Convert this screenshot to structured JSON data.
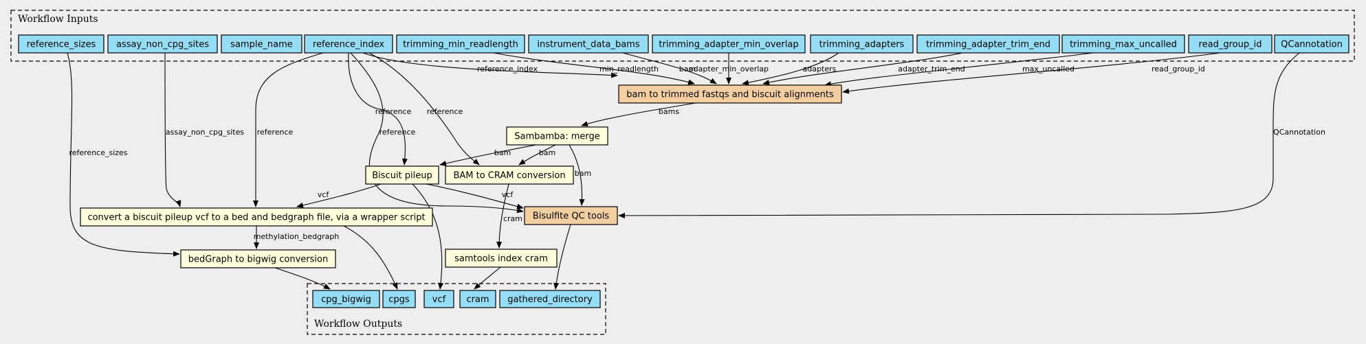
{
  "colors": {
    "background": "#eeeeee",
    "io_node": "#94ddf4",
    "step_node": "#ffffdc",
    "subworkflow_node": "#f3cea1"
  },
  "clusters": {
    "inputs_title": "Workflow Inputs",
    "outputs_title": "Workflow Outputs"
  },
  "inputs": [
    {
      "id": "in_reference_sizes",
      "label": "reference_sizes"
    },
    {
      "id": "in_assay_non_cpg_sites",
      "label": "assay_non_cpg_sites"
    },
    {
      "id": "in_sample_name",
      "label": "sample_name"
    },
    {
      "id": "in_reference_index",
      "label": "reference_index"
    },
    {
      "id": "in_trimming_min_readlength",
      "label": "trimming_min_readlength"
    },
    {
      "id": "in_instrument_data_bams",
      "label": "instrument_data_bams"
    },
    {
      "id": "in_trimming_adapter_min_overlap",
      "label": "trimming_adapter_min_overlap"
    },
    {
      "id": "in_trimming_adapters",
      "label": "trimming_adapters"
    },
    {
      "id": "in_trimming_adapter_trim_end",
      "label": "trimming_adapter_trim_end"
    },
    {
      "id": "in_trimming_max_uncalled",
      "label": "trimming_max_uncalled"
    },
    {
      "id": "in_read_group_id",
      "label": "read_group_id"
    },
    {
      "id": "in_QCannotation",
      "label": "QCannotation"
    }
  ],
  "steps": [
    {
      "id": "step_bam_to_trimmed",
      "label": "bam to trimmed fastqs and biscuit alignments",
      "kind": "subworkflow"
    },
    {
      "id": "step_sambamba",
      "label": "Sambamba: merge",
      "kind": "step"
    },
    {
      "id": "step_biscuit_pileup",
      "label": "Biscuit pileup",
      "kind": "step"
    },
    {
      "id": "step_bam_to_cram",
      "label": "BAM to CRAM conversion",
      "kind": "step"
    },
    {
      "id": "step_bisulfite_qc",
      "label": "Bisulfite QC tools",
      "kind": "subworkflow"
    },
    {
      "id": "step_convert_pileup",
      "label": "convert a biscuit pileup vcf to a bed and bedgraph file, via a wrapper script",
      "kind": "step"
    },
    {
      "id": "step_samtools_index",
      "label": "samtools index cram",
      "kind": "step"
    },
    {
      "id": "step_bedgraph_bigwig",
      "label": "bedGraph to bigwig conversion",
      "kind": "step"
    }
  ],
  "outputs": [
    {
      "id": "out_cpg_bigwig",
      "label": "cpg_bigwig"
    },
    {
      "id": "out_cpgs",
      "label": "cpgs"
    },
    {
      "id": "out_vcf",
      "label": "vcf"
    },
    {
      "id": "out_cram",
      "label": "cram"
    },
    {
      "id": "out_gathered_directory",
      "label": "gathered_directory"
    }
  ],
  "edges": [
    {
      "from": "in_reference_index",
      "to": "step_bam_to_trimmed",
      "label": "reference_index"
    },
    {
      "from": "in_trimming_min_readlength",
      "to": "step_bam_to_trimmed",
      "label": "min_readlength"
    },
    {
      "from": "in_instrument_data_bams",
      "to": "step_bam_to_trimmed",
      "label": "bam"
    },
    {
      "from": "in_trimming_adapter_min_overlap",
      "to": "step_bam_to_trimmed",
      "label": "adapter_min_overlap"
    },
    {
      "from": "in_trimming_adapters",
      "to": "step_bam_to_trimmed",
      "label": "adapters"
    },
    {
      "from": "in_trimming_adapter_trim_end",
      "to": "step_bam_to_trimmed",
      "label": "adapter_trim_end"
    },
    {
      "from": "in_trimming_max_uncalled",
      "to": "step_bam_to_trimmed",
      "label": "max_uncalled"
    },
    {
      "from": "in_read_group_id",
      "to": "step_bam_to_trimmed",
      "label": "read_group_id"
    },
    {
      "from": "step_bam_to_trimmed",
      "to": "step_sambamba",
      "label": "bams"
    },
    {
      "from": "in_reference_index",
      "to": "step_biscuit_pileup",
      "label": "reference"
    },
    {
      "from": "in_reference_index",
      "to": "step_bam_to_cram",
      "label": "reference"
    },
    {
      "from": "in_reference_index",
      "to": "step_bisulfite_qc",
      "label": "reference"
    },
    {
      "from": "in_reference_index",
      "to": "step_convert_pileup",
      "label": "reference"
    },
    {
      "from": "in_assay_non_cpg_sites",
      "to": "step_convert_pileup",
      "label": "assay_non_cpg_sites"
    },
    {
      "from": "in_reference_sizes",
      "to": "step_bedgraph_bigwig",
      "label": "reference_sizes"
    },
    {
      "from": "in_QCannotation",
      "to": "step_bisulfite_qc",
      "label": "QCannotation"
    },
    {
      "from": "step_sambamba",
      "to": "step_biscuit_pileup",
      "label": "bam"
    },
    {
      "from": "step_sambamba",
      "to": "step_bam_to_cram",
      "label": "bam"
    },
    {
      "from": "step_sambamba",
      "to": "step_bisulfite_qc",
      "label": "bam"
    },
    {
      "from": "step_biscuit_pileup",
      "to": "step_convert_pileup",
      "label": "vcf"
    },
    {
      "from": "step_biscuit_pileup",
      "to": "step_bisulfite_qc",
      "label": "vcf"
    },
    {
      "from": "step_biscuit_pileup",
      "to": "out_vcf",
      "label": ""
    },
    {
      "from": "step_bam_to_cram",
      "to": "step_samtools_index",
      "label": "cram"
    },
    {
      "from": "step_convert_pileup",
      "to": "step_bedgraph_bigwig",
      "label": "methylation_bedgraph"
    },
    {
      "from": "step_convert_pileup",
      "to": "out_cpgs",
      "label": ""
    },
    {
      "from": "step_bedgraph_bigwig",
      "to": "out_cpg_bigwig",
      "label": ""
    },
    {
      "from": "step_samtools_index",
      "to": "out_cram",
      "label": ""
    },
    {
      "from": "step_bisulfite_qc",
      "to": "out_gathered_directory",
      "label": ""
    }
  ]
}
